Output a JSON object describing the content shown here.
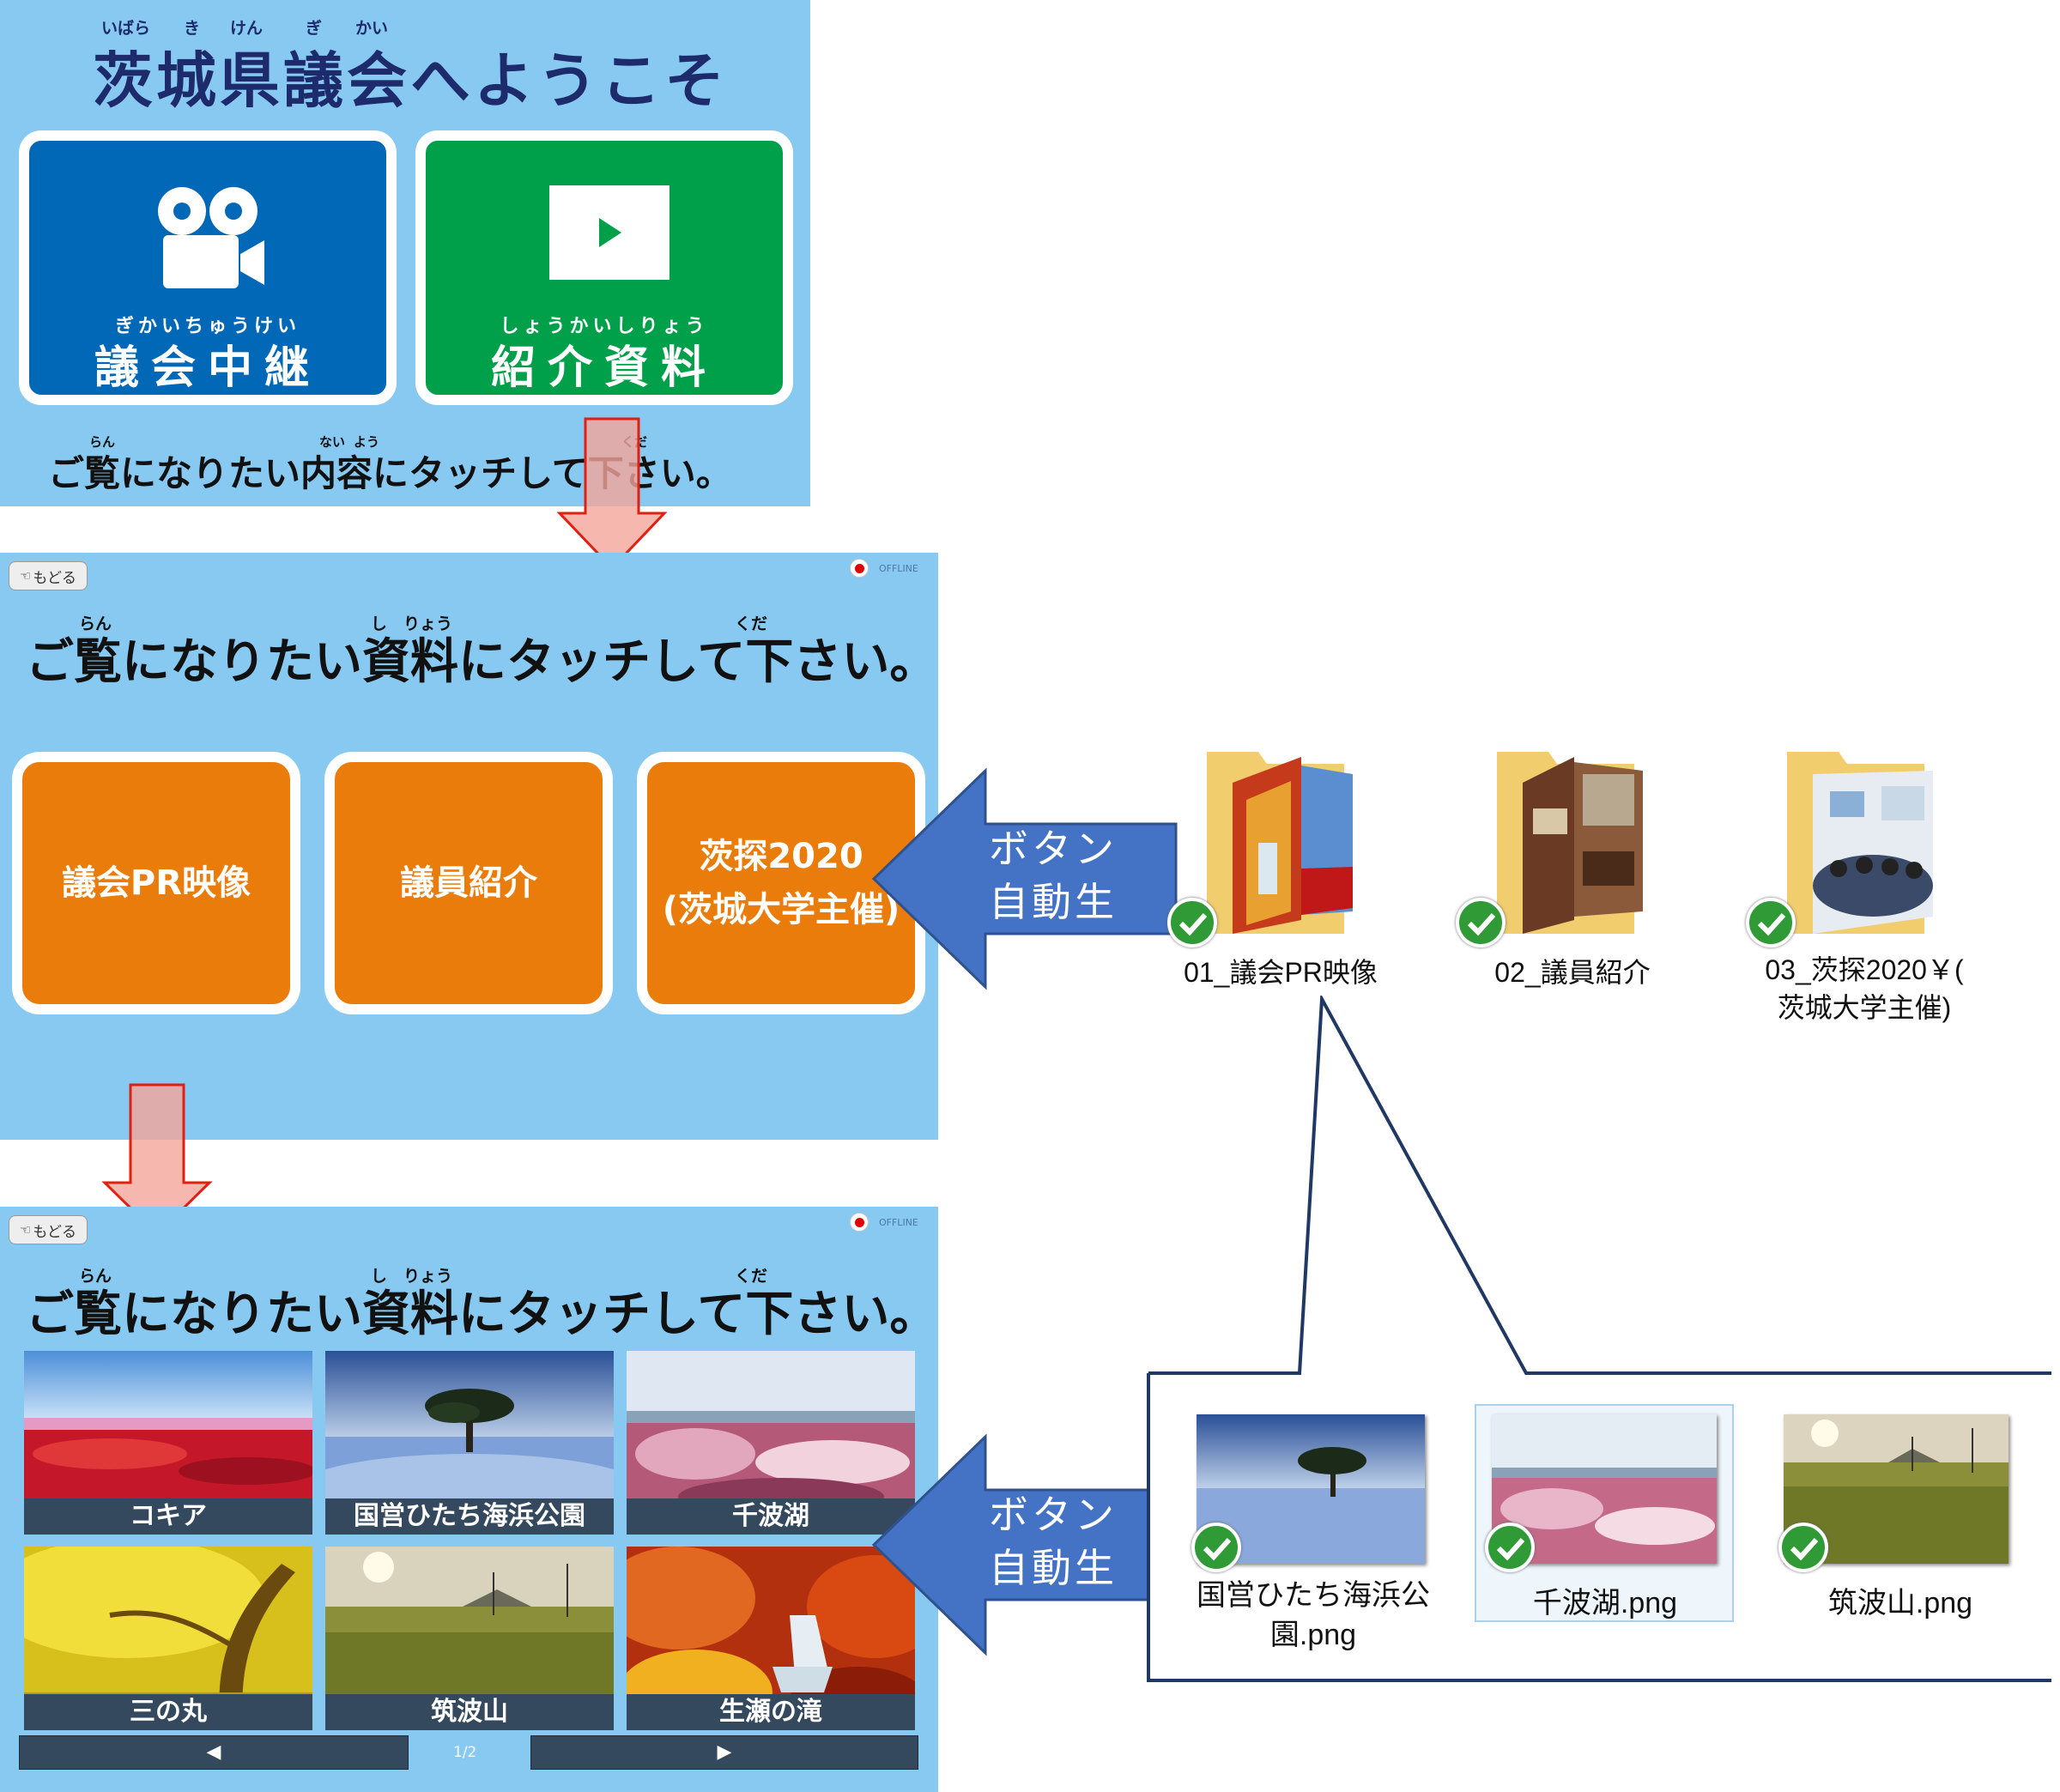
{
  "panel1": {
    "title": "茨城県議会へようこそ",
    "title_ruby": [
      "いばら",
      "き",
      "けん",
      "ぎ",
      "かい"
    ],
    "btn_live": {
      "label": "議会中継",
      "ruby": "ぎかいちゅうけい",
      "icon": "video-camera-icon"
    },
    "btn_docs": {
      "label": "紹介資料",
      "ruby": "しょうかいしりょう",
      "icon": "film-play-icon"
    },
    "instruction": "ご覧になりたい内容にタッチして下さい。",
    "instruction_ruby": [
      "らん",
      "ない",
      "よう",
      "くだ"
    ]
  },
  "panel2": {
    "back": "もどる",
    "offline": "OFFLINE",
    "instruction": "ご覧になりたい資料にタッチして下さい。",
    "instruction_ruby": [
      "らん",
      "し",
      "りょう",
      "くだ"
    ],
    "buttons": [
      "議会PR映像",
      "議員紹介",
      "茨探2020\n(茨城大学主催)"
    ]
  },
  "panel3": {
    "back": "もどる",
    "offline": "OFFLINE",
    "instruction": "ご覧になりたい資料にタッチして下さい。",
    "instruction_ruby": [
      "らん",
      "し",
      "りょう",
      "くだ"
    ],
    "tiles": [
      "コキア",
      "国営ひたち海浜公園",
      "千波湖",
      "三の丸",
      "筑波山",
      "生瀬の滝"
    ],
    "prev": "◀",
    "next": "▶",
    "page": "1/2"
  },
  "arrows": {
    "auto_gen_1": "ボタン\n自動生成",
    "auto_gen_2": "ボタン\n自動生成"
  },
  "folders": [
    "01_議会PR映像",
    "02_議員紹介",
    "03_茨探2020￥(\n茨城大学主催)"
  ],
  "files": [
    "国営ひたち海浜公\n園.png",
    "千波湖.png",
    "筑波山.png"
  ],
  "colors": {
    "panel_bg": "#87c9f0",
    "live_button": "#0068b7",
    "docs_button": "#00a04a",
    "orange_button": "#e97c0a",
    "caption_bar": "#34495e",
    "callout_arrow": "#4472c4",
    "flow_arrow_fill": "#f4a59a",
    "flow_arrow_border": "#e02010",
    "title_color": "#1d2a6b"
  }
}
